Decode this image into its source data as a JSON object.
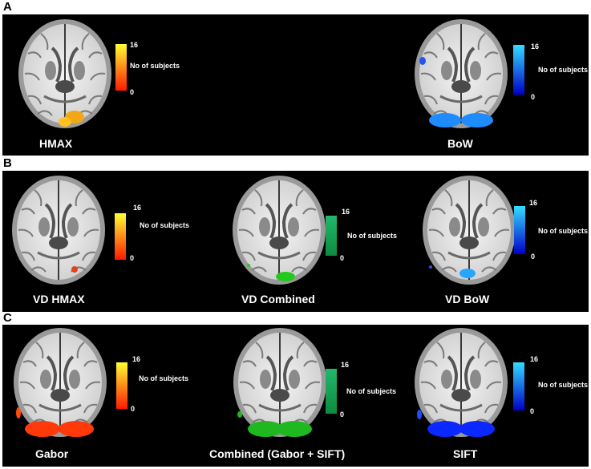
{
  "sections": {
    "a": {
      "letter": "A",
      "label_left": "HMAX",
      "label_right": "BoW",
      "cbar_left": {
        "max": "16",
        "min": "0",
        "title": "No of subjects"
      },
      "cbar_right": {
        "max": "16",
        "min": "0",
        "title": "No of subjects"
      }
    },
    "b": {
      "letter": "B",
      "label_left": "VD HMAX",
      "label_center": "VD Combined",
      "label_right": "VD BoW",
      "cbar_left": {
        "max": "16",
        "min": "0",
        "title": "No of subjects"
      },
      "cbar_center": {
        "max": "16",
        "min": "0",
        "title": "No of subjects"
      },
      "cbar_right": {
        "max": "16",
        "min": "0",
        "title": "No of subjects"
      }
    },
    "c": {
      "letter": "C",
      "label_left": "Gabor",
      "label_center": "Combined (Gabor + SIFT)",
      "label_right": "SIFT",
      "cbar_left": {
        "max": "16",
        "min": "0",
        "title": "No of subjects"
      },
      "cbar_center": {
        "max": "16",
        "min": "0",
        "title": "No of subjects"
      },
      "cbar_right": {
        "max": "16",
        "min": "0",
        "title": "No of subjects"
      }
    }
  },
  "colormaps": {
    "hot": [
      "#ff1a00",
      "#ffff33"
    ],
    "green": [
      "#0e8a3e",
      "#22b86e"
    ],
    "blue": [
      "#0000c8",
      "#33ddff"
    ]
  }
}
